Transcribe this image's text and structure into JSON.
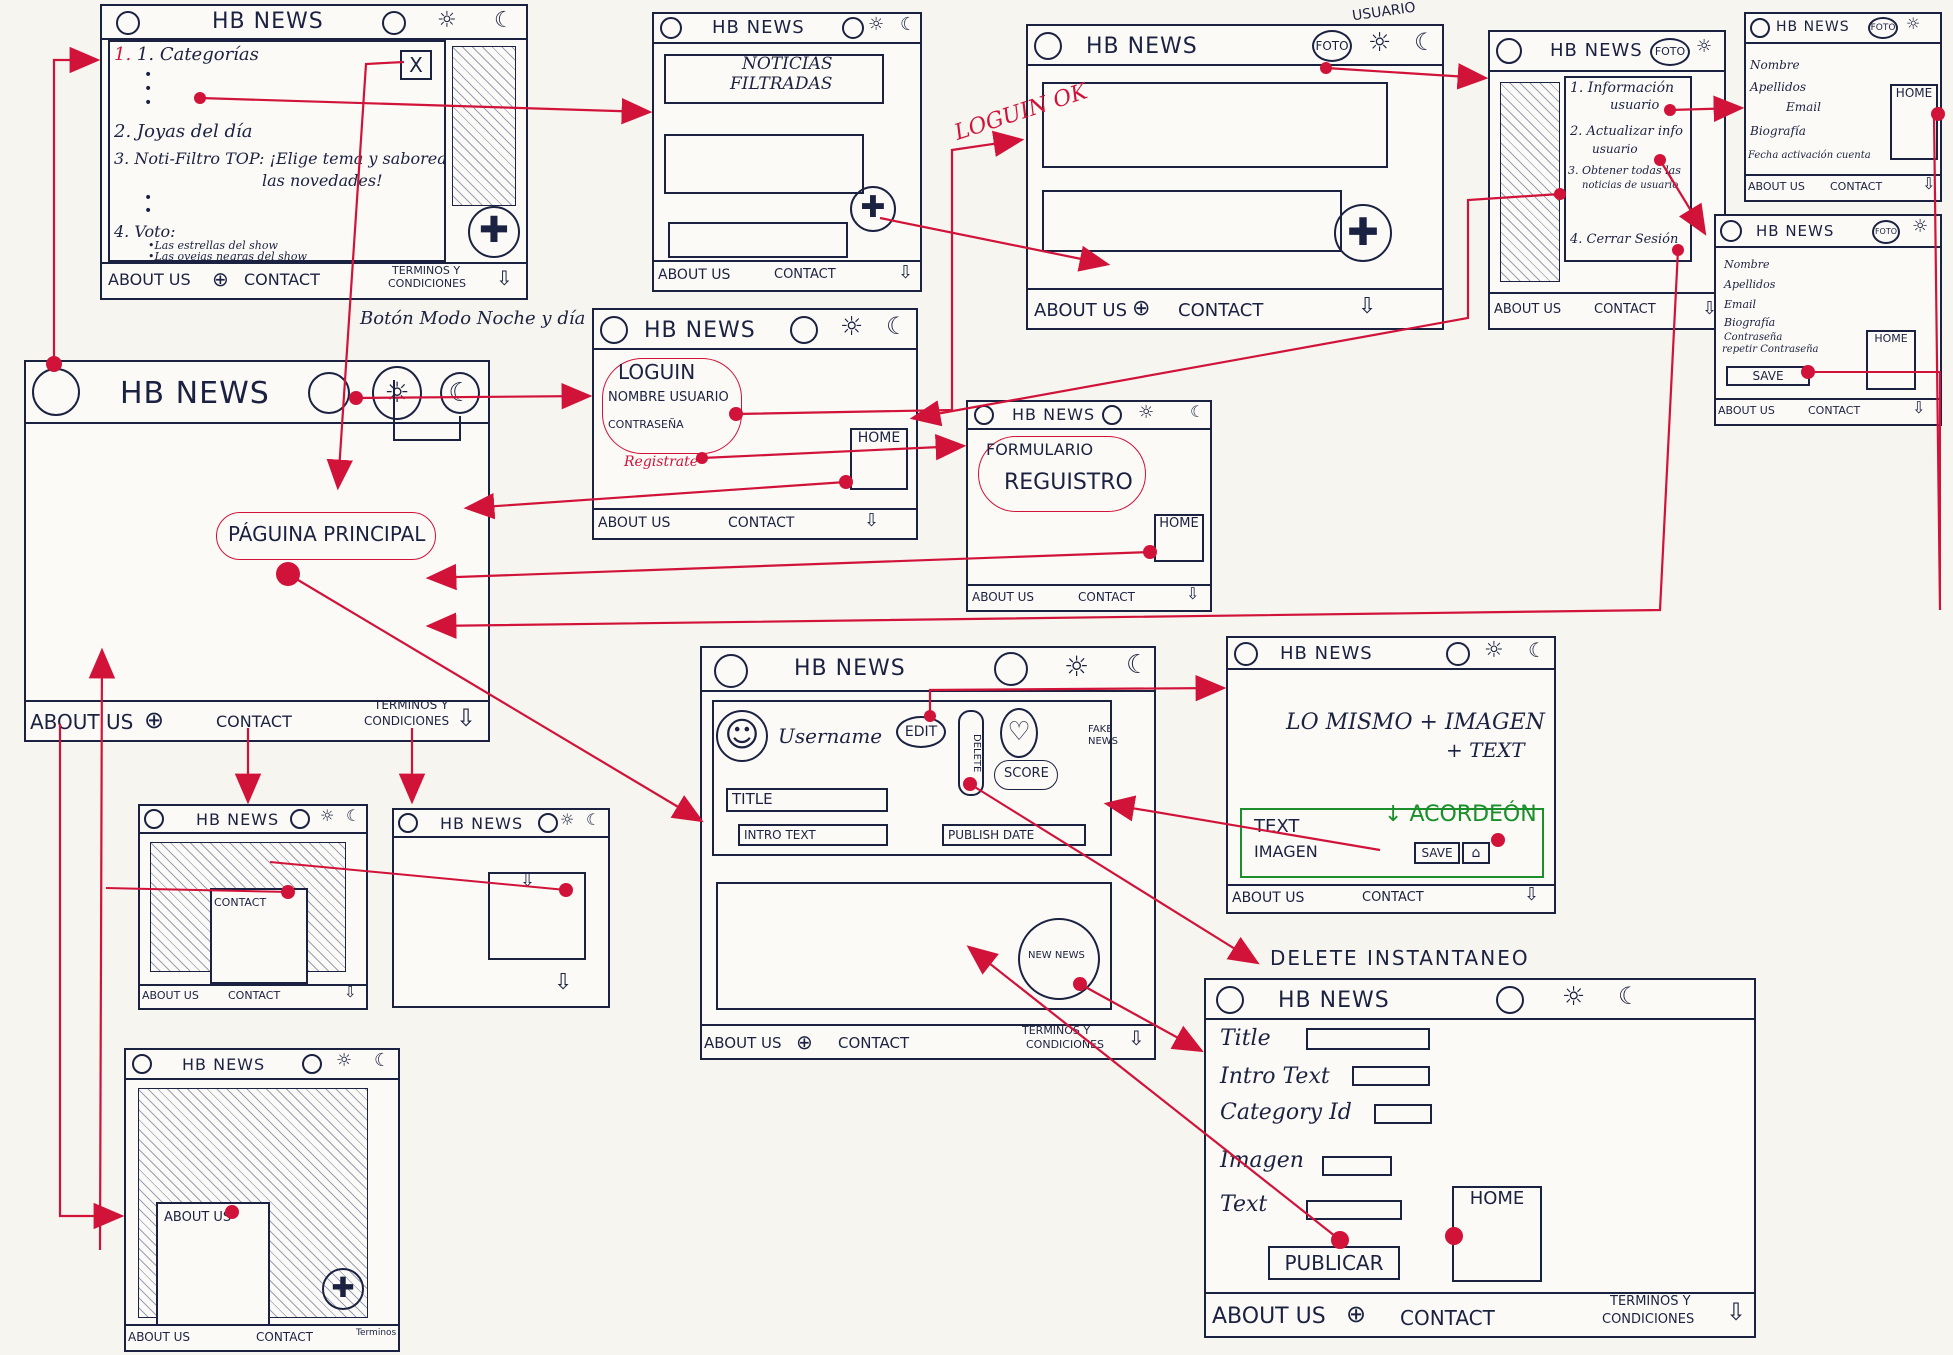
{
  "brand": "HB NEWS",
  "footer": {
    "about": "ABOUT US",
    "contact": "CONTACT",
    "terms_1": "TERMINOS Y",
    "terms_2": "CONDICIONES",
    "terms_short": "Terminos"
  },
  "header_labels": {
    "foto": "FOTO",
    "usuario": "USUARIO"
  },
  "annotations": {
    "night_day_button": "Botón Modo Noche y día",
    "main_page": "PÁGUINA PRINCIPAL",
    "login_ok": "LOGUIN OK",
    "delete_instant": "DELETE INSTANTANEO"
  },
  "menu_panel": {
    "item1": "1. Categorías",
    "item2": "2. Joyas del día",
    "item3a": "3. Noti-Filtro TOP: ¡Elige tema y saborea",
    "item3b": "las novedades!",
    "item4": "4. Voto:",
    "item4a": "•Las estrellas del show",
    "item4b": "•Las ovejas negras del show",
    "close": "X"
  },
  "filtered": {
    "title_1": "NOTICIAS",
    "title_2": "FILTRADAS"
  },
  "login": {
    "title": "LOGUIN",
    "user": "NOMBRE USUARIO",
    "pass": "CONTRASEÑA",
    "register": "Registrate",
    "home": "HOME"
  },
  "register_form": {
    "title_1": "FORMULARIO",
    "title_2": "REGUISTRO",
    "home": "HOME"
  },
  "user_menu": {
    "i1a": "1. Información",
    "i1b": "usuario",
    "i2a": "2. Actualizar info",
    "i2b": "usuario",
    "i3a": "3. Obtener todas las",
    "i3b": "noticias de usuario",
    "i4": "4. Cerrar Sesión"
  },
  "user_info": {
    "f1": "Nombre",
    "f2": "Apellidos",
    "f3": "Email",
    "f4": "Biografía",
    "f5": "Fecha activación cuenta",
    "home": "HOME"
  },
  "update_info": {
    "f1": "Nombre",
    "f2": "Apellidos",
    "f3": "Email",
    "f4": "Biografía",
    "f5": "Contraseña",
    "f6": "repetir Contraseña",
    "save": "SAVE",
    "home": "HOME"
  },
  "news_detail": {
    "username": "Username",
    "edit": "EDIT",
    "delete": "DELETE",
    "fake_1": "FAKE",
    "fake_2": "NEWS",
    "score": "SCORE",
    "title": "TITLE",
    "intro": "INTRO TEXT",
    "publish": "PUBLISH DATE",
    "new_news": "NEW NEWS"
  },
  "edit_panel": {
    "line1": "LO MISMO + IMAGEN",
    "line2": "+ TEXT",
    "text": "TEXT",
    "imagen": "IMAGEN",
    "accordeon": "ACORDEÓN",
    "save": "SAVE"
  },
  "new_news_form": {
    "f1": "Title",
    "f2": "Intro Text",
    "f3": "Category Id",
    "f4": "Imagen",
    "f5": "Text",
    "publish": "PUBLICAR",
    "home": "HOME"
  },
  "contact_popup": {
    "title": "CONTACT"
  },
  "about_popup": {
    "title": "ABOUT US"
  },
  "colors": {
    "ink": "#1b2140",
    "red": "#d1133a",
    "green": "#1a8f2a",
    "paper": "#f7f5ef"
  }
}
